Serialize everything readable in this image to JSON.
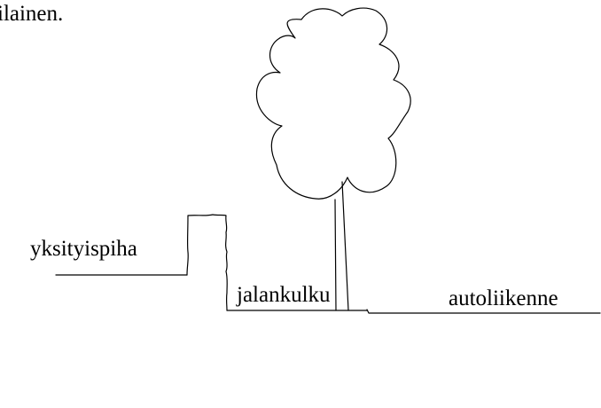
{
  "heading_fragment": "ilainen.",
  "labels": {
    "private_yard": "yksityispiha",
    "sidewalk": "jalankulku",
    "car_traffic": "autoliikenne"
  }
}
